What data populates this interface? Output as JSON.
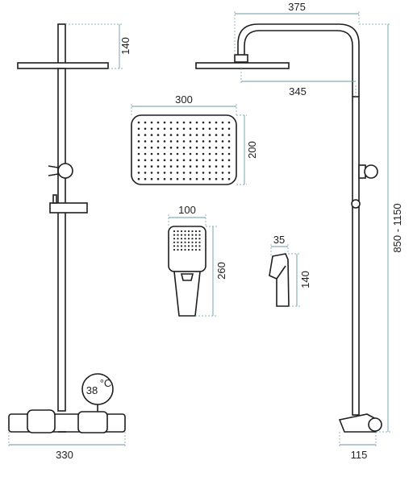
{
  "dimensions": {
    "head_height_left": "140",
    "left_base_width": "330",
    "arm_reach": "375",
    "head_offset": "345",
    "head_plate_width": "300",
    "head_plate_height": "200",
    "hand_width": "100",
    "hand_length": "260",
    "holder_width": "35",
    "holder_height": "140",
    "height_range": "850 - 1150",
    "spout_width": "115"
  },
  "thermostat": {
    "display": "38",
    "unit": "°C"
  },
  "colors": {
    "line": "#1e1e1e",
    "dimension": "#6a9aa3"
  }
}
